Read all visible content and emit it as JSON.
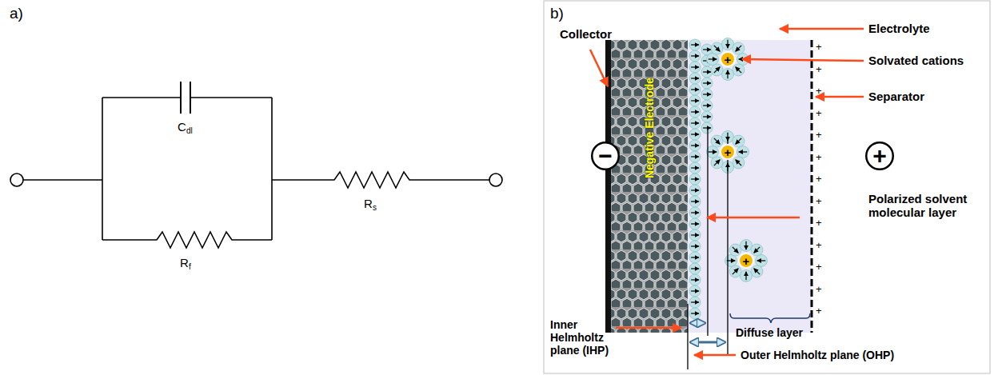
{
  "diagram": {
    "nodes": [
      {
        "text": [
          "−"
        ]
      },
      {
        "text": [
          "+"
        ]
      },
      {
        "text": [
          "+"
        ]
      },
      {
        "text": [
          "+"
        ]
      },
      {
        "text": [
          "+"
        ]
      }
    ],
    "labels": [
      "a)",
      "C",
      "dl",
      "R",
      "f",
      "R",
      "s",
      "b)",
      "Collector",
      "Negative Electrode",
      "Electrolyte",
      "Solvated cations",
      "Separator",
      "Polarized solvent molecular layer",
      "Inner Helmholtz plane (IHP)",
      "Outer Helmholtz plane (OHP)",
      "Diffuse layer",
      "+",
      "+",
      "+",
      "+",
      "+",
      "+",
      "+",
      "+",
      "+",
      "+",
      "+",
      "+",
      "+"
    ]
  }
}
